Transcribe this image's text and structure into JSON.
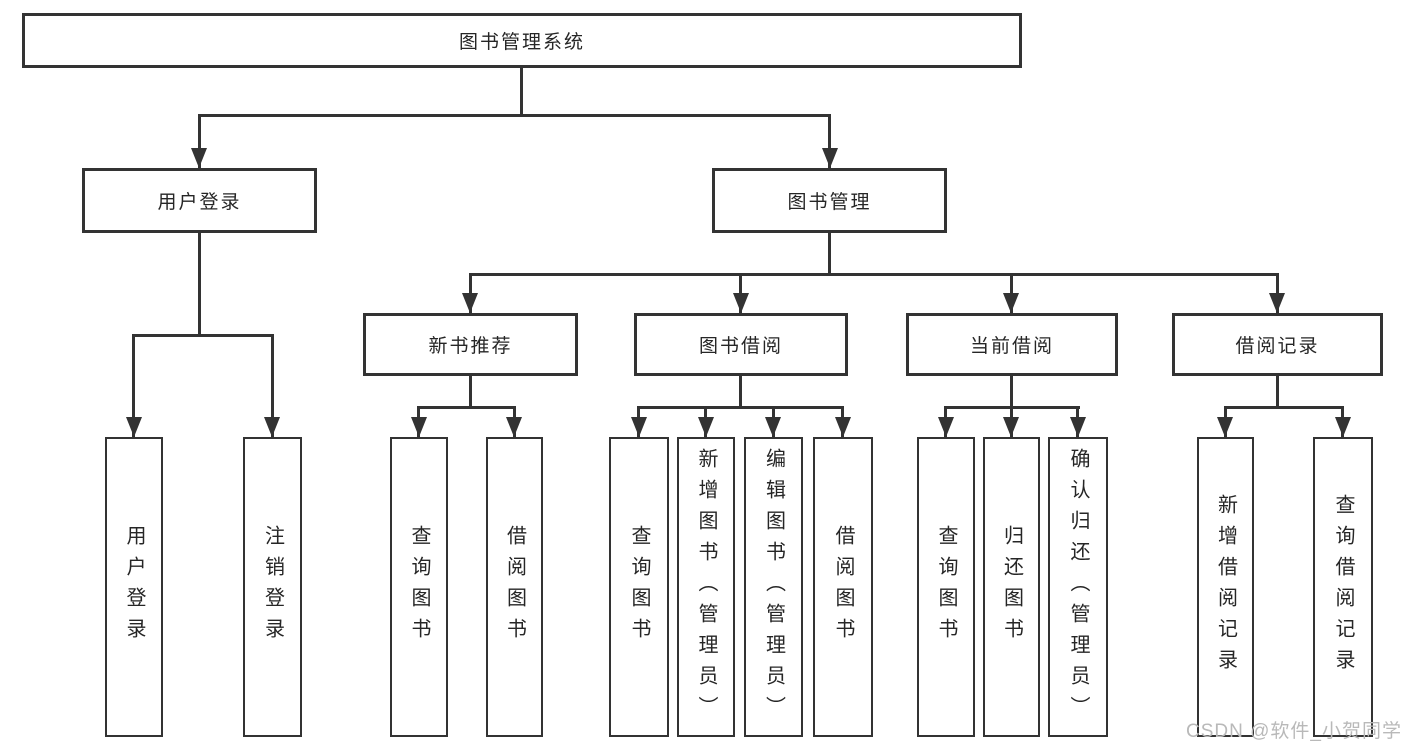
{
  "diagram_title": "图书管理系统",
  "nodes": {
    "root": {
      "label": "图书管理系统"
    },
    "l2": [
      {
        "label": "用户登录"
      },
      {
        "label": "图书管理"
      }
    ],
    "l3": [
      {
        "label": "新书推荐"
      },
      {
        "label": "图书借阅"
      },
      {
        "label": "当前借阅"
      },
      {
        "label": "借阅记录"
      }
    ],
    "l4": [
      {
        "label": "用户登录"
      },
      {
        "label": "注销登录"
      },
      {
        "label": "查询图书"
      },
      {
        "label": "借阅图书"
      },
      {
        "label": "查询图书"
      },
      {
        "label": "新增图书（管理员）"
      },
      {
        "label": "编辑图书（管理员）"
      },
      {
        "label": "借阅图书"
      },
      {
        "label": "查询图书"
      },
      {
        "label": "归还图书"
      },
      {
        "label": "确认归还（管理员）"
      },
      {
        "label": "新增借阅记录"
      },
      {
        "label": "查询借阅记录"
      }
    ]
  },
  "hierarchy": {
    "图书管理系统": [
      "用户登录",
      "图书管理"
    ],
    "用户登录": [
      "用户登录",
      "注销登录"
    ],
    "图书管理": [
      "新书推荐",
      "图书借阅",
      "当前借阅",
      "借阅记录"
    ],
    "新书推荐": [
      "查询图书",
      "借阅图书"
    ],
    "图书借阅": [
      "查询图书",
      "新增图书（管理员）",
      "编辑图书（管理员）",
      "借阅图书"
    ],
    "当前借阅": [
      "查询图书",
      "归还图书",
      "确认归还（管理员）"
    ],
    "借阅记录": [
      "新增借阅记录",
      "查询借阅记录"
    ]
  },
  "watermark": {
    "text": "CSDN @软件_小贺同学"
  },
  "colors": {
    "line": "#333333",
    "text": "#262626",
    "background": "#ffffff",
    "watermark": "#b9b9b9"
  }
}
